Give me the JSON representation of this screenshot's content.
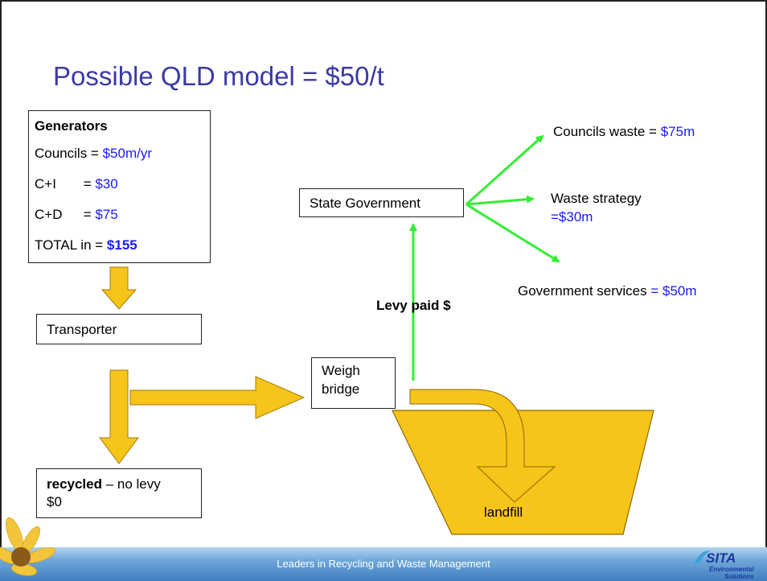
{
  "title": "Possible QLD model = $50/t",
  "generators": {
    "heading": "Generators",
    "rows": [
      {
        "label": "Councils",
        "eq": " = ",
        "value": "$50m/yr"
      },
      {
        "label": "C+I",
        "eq": " = ",
        "value": "$30"
      },
      {
        "label": "C+D",
        "eq": " = ",
        "value": "$75"
      }
    ],
    "total_label": "TOTAL in = ",
    "total_value": "$155"
  },
  "transporter": "Transporter",
  "recycled": {
    "bold": "recycled",
    "rest": " – no levy",
    "line2": "$0"
  },
  "weighbridge": {
    "line1": "Weigh",
    "line2": "bridge"
  },
  "landfill": "landfill",
  "levy": "Levy paid $",
  "state": "State Government",
  "outputs": {
    "councils": {
      "label": "Councils waste = ",
      "value": "$75m"
    },
    "strategy": {
      "label": "Waste strategy",
      "value": "=$30m"
    },
    "services": {
      "label": "Government services ",
      "value": "= $50m"
    }
  },
  "footer": "Leaders in Recycling and Waste Management",
  "logo": {
    "brand": "SITA",
    "sub1": "Environmental",
    "sub2": "Solutions"
  },
  "colors": {
    "arrow_fill": "#f7c41a",
    "arrow_stroke": "#a07d00",
    "green": "#33ee33",
    "value_blue": "#1a1aff",
    "title": "#3a3aa6"
  }
}
